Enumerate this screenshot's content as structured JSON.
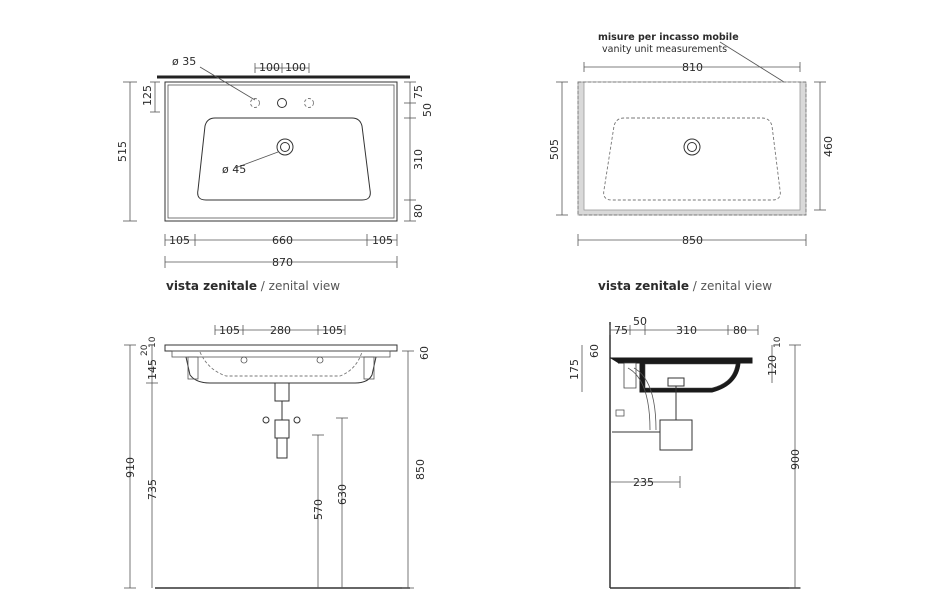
{
  "captions": {
    "top_left": {
      "bold": "vista zenitale",
      "light": " / zenital view"
    },
    "top_right": {
      "bold": "vista zenitale",
      "light": " / zenital view"
    }
  },
  "vanity_note": {
    "line1": "misure per incasso mobile",
    "line2": "vanity unit measurements"
  },
  "top_left_dims": {
    "tap_hole": "ø 35",
    "spacing_a": "100",
    "spacing_b": "100",
    "left_125": "125",
    "depth_515": "515",
    "drain": "ø 45",
    "r75": "75",
    "r50": "50",
    "r310": "310",
    "r80": "80",
    "b105a": "105",
    "b660": "660",
    "b105b": "105",
    "b870": "870"
  },
  "top_right_dims": {
    "w810": "810",
    "w850": "850",
    "h505": "505",
    "h460": "460"
  },
  "bottom_left_dims": {
    "t105a": "105",
    "t280": "280",
    "t105b": "105",
    "s20": "20",
    "s10": "10",
    "s145": "145",
    "s60": "60",
    "h910": "910",
    "h735": "735",
    "h570": "570",
    "h630": "630",
    "h850": "850"
  },
  "bottom_right_dims": {
    "t75": "75",
    "t50": "50",
    "t310": "310",
    "t80": "80",
    "s60": "60",
    "s175": "175",
    "s120": "120",
    "s10": "10",
    "w235": "235",
    "h900": "900"
  }
}
